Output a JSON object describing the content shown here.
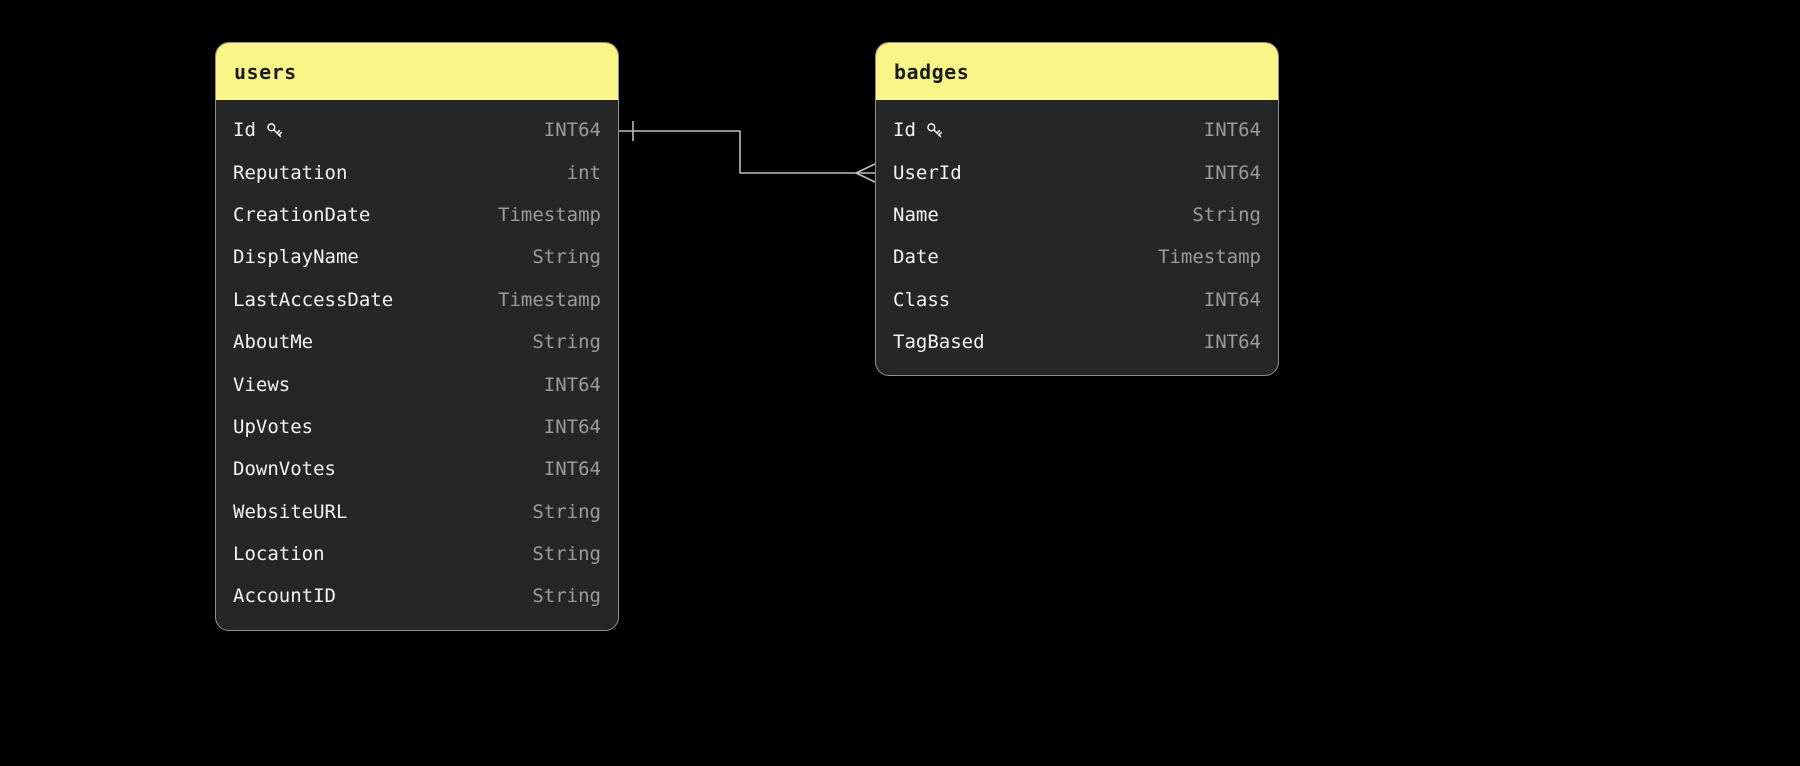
{
  "canvas": {
    "background_color": "#000000",
    "connector_color": "#bdbdbd"
  },
  "diagram": {
    "tables": [
      {
        "name": "users",
        "header_color": "#f9f586",
        "fields": [
          {
            "name": "Id",
            "type": "INT64",
            "primary_key": true,
            "icon": "key-icon"
          },
          {
            "name": "Reputation",
            "type": "int",
            "primary_key": false
          },
          {
            "name": "CreationDate",
            "type": "Timestamp",
            "primary_key": false
          },
          {
            "name": "DisplayName",
            "type": "String",
            "primary_key": false
          },
          {
            "name": "LastAccessDate",
            "type": "Timestamp",
            "primary_key": false
          },
          {
            "name": "AboutMe",
            "type": "String",
            "primary_key": false
          },
          {
            "name": "Views",
            "type": "INT64",
            "primary_key": false
          },
          {
            "name": "UpVotes",
            "type": "INT64",
            "primary_key": false
          },
          {
            "name": "DownVotes",
            "type": "INT64",
            "primary_key": false
          },
          {
            "name": "WebsiteURL",
            "type": "String",
            "primary_key": false
          },
          {
            "name": "Location",
            "type": "String",
            "primary_key": false
          },
          {
            "name": "AccountID",
            "type": "String",
            "primary_key": false
          }
        ]
      },
      {
        "name": "badges",
        "header_color": "#f9f586",
        "fields": [
          {
            "name": "Id",
            "type": "INT64",
            "primary_key": true,
            "icon": "key-icon"
          },
          {
            "name": "UserId",
            "type": "INT64",
            "primary_key": false
          },
          {
            "name": "Name",
            "type": "String",
            "primary_key": false
          },
          {
            "name": "Date",
            "type": "Timestamp",
            "primary_key": false
          },
          {
            "name": "Class",
            "type": "INT64",
            "primary_key": false
          },
          {
            "name": "TagBased",
            "type": "INT64",
            "primary_key": false
          }
        ]
      }
    ],
    "relationships": [
      {
        "from_table": "users",
        "from_field": "Id",
        "from_cardinality": "one",
        "to_table": "badges",
        "to_field": "UserId",
        "to_cardinality": "many"
      }
    ]
  }
}
